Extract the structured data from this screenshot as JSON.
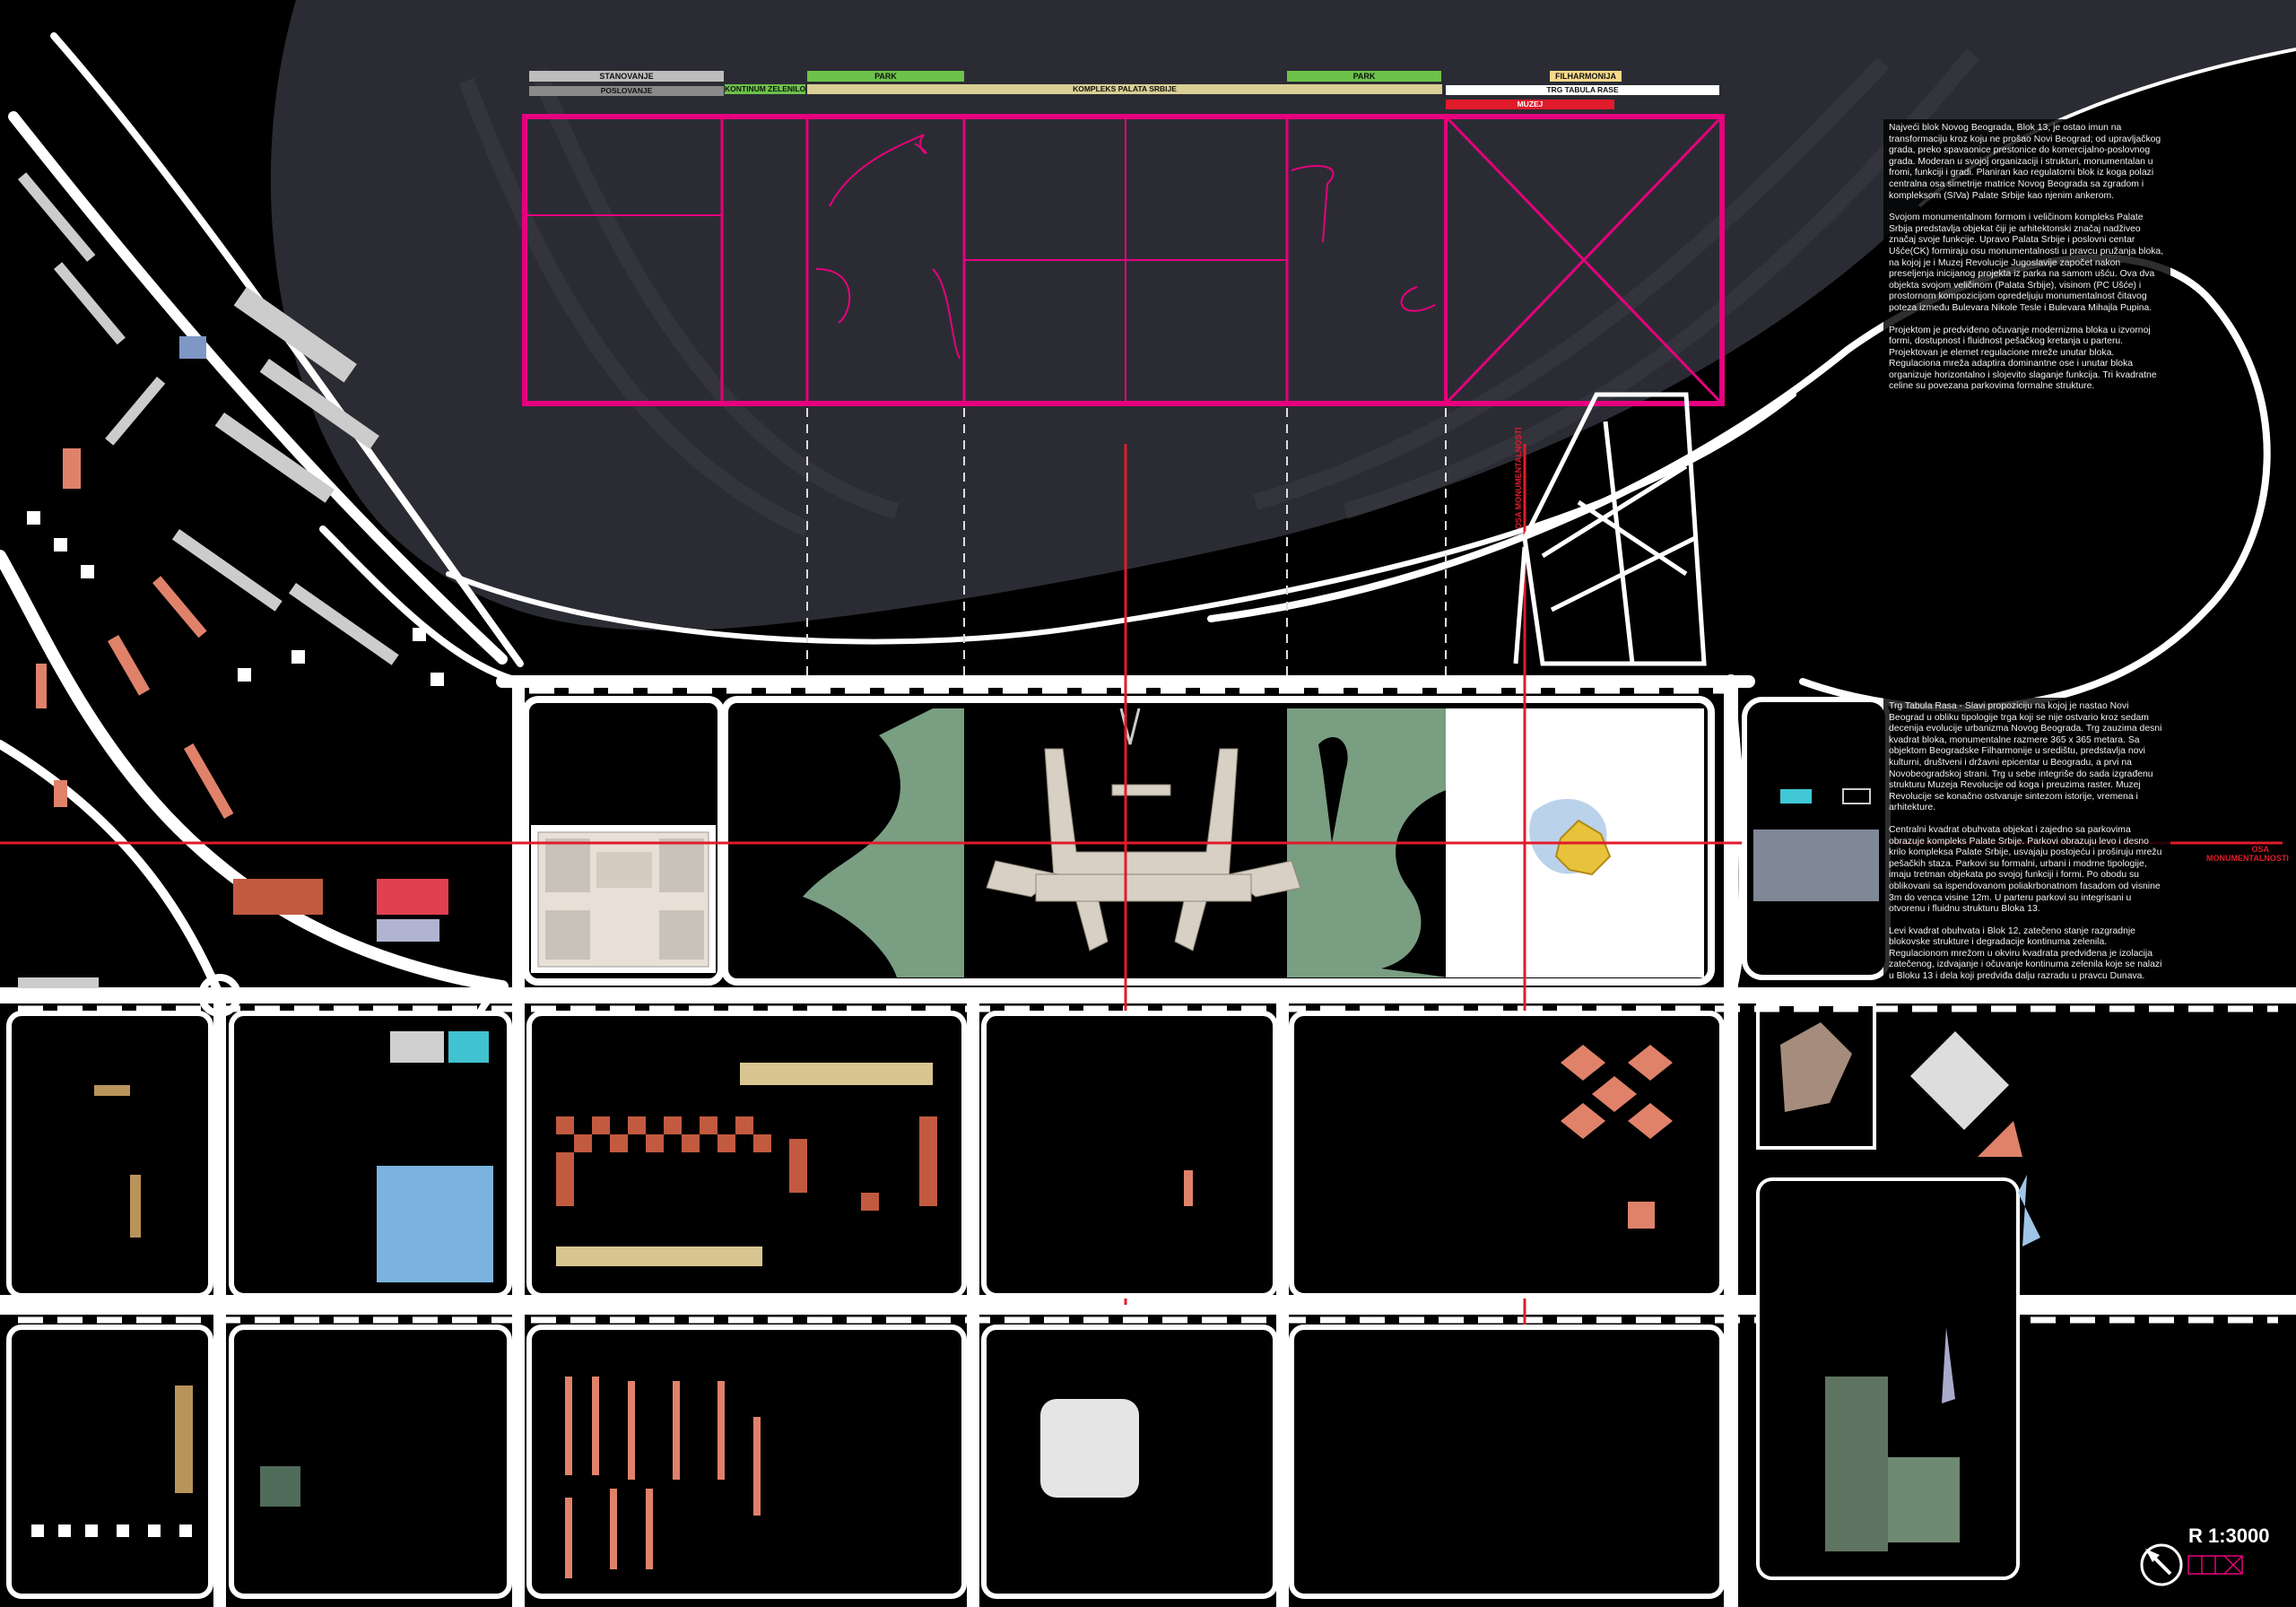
{
  "legend": {
    "stanovanje": "STANOVANJE",
    "poslovanje": "POSLOVANJE",
    "kontinum": "KONTINUM ZELENILO",
    "park_left": "PARK",
    "kompleks": "KOMPLEKS PALATA SRBIJE",
    "park_right": "PARK",
    "filharmonija": "FILHARMONIJA",
    "trg": "TRG TABULA RASE",
    "muzej": "MUZEJ"
  },
  "colors": {
    "map_black": "#000000",
    "road_white": "#ffffff",
    "river": "#2a2a2e",
    "magenta_frame": "#e6007e",
    "red_axis": "#e01b2b",
    "green_legend": "#6cc24a",
    "khaki_legend": "#d9cf94",
    "gray_legend": "#bdbdbd",
    "yellow_legend": "#f7d98b",
    "park_green": "#7a9e82",
    "building_gray": "#cfcfcf",
    "building_salmon": "#e0826a",
    "building_blue": "#7f97c4",
    "wood_tan": "#b8945a",
    "pool_cyan": "#40c2d0",
    "pool_blue": "#7ab3de"
  },
  "text_blocks": {
    "top": [
      "Najveći blok Novog Beograda, Blok 13, je ostao imun na transformaciju kroz koju ne prošao Novi Beograd; od upravljačkog grada, preko spavaonice prestonice do komercijalno-poslovnog grada. Moderan u svojoj organizaciji i strukturi, monumentalan u fromi, funkciji i gradi. Planiran kao regulatorni blok iz koga polazi centralna osa simetrije matrice Novog Beograda sa zgradom i kompleksom (SIVa) Palate Srbije kao njenim ankerom.",
      "Svojom monumentalnom formom i veličinom kompleks Palate Srbija predstavlja objekat čiji je arhitektonski značaj nadživeo značaj svoje funkcije. Upravo Palata Srbije i poslovni centar Ušće(CK) formiraju osu monumentalnosti u pravcu pružanja bloka, na kojoj je i Muzej Revolucije Jugoslavije započet nakon preseljenja inicijanog projekta iz parka na samom ušću. Ova dva objekta svojom veličinom (Palata Srbije), visinom (PC Ušće) i prostornom kompozicijom opredeljuju monumentalnost čitavog poteza između Bulevara Nikole Tesle i Bulevara Mihajla Pupina.",
      "Projektom je predviđeno očuvanje modernizma bloka u izvornoj formi, dostupnost i fluidnost pešačkog kretanja u parteru. Projektovan je elemet regulacione mreže unutar bloka. Regulaciona mreža adaptira dominantne ose i unutar bloka organizuje horizontalno i slojevito slaganje funkcija. Tri kvadratne celine su povezana parkovima formalne strukture."
    ],
    "bottom": [
      "Trg Tabula Rasa - Slavi propoziciju na kojoj je nastao Novi Beograd u obliku tipologije trga koji se nije ostvario kroz sedam decenija evolucije urbanizma Novog Beograda. Trg zauzima desni kvadrat bloka, monumentalne razmere 365 x 365 metara. Sa objektom Beogradske Filharmonije u središtu, predstavlja novi kulturni, društveni i državni epicentar u Beogradu, a prvi na Novobeogradskoj strani. Trg u sebe integriše do sada izgrađenu strukturu Muzeja Revolucije od koga i preuzima raster. Muzej Revolucije se konačno ostvaruje sintezom istorije, vremena i arhitekture.",
      "Centralni kvadrat obuhvata objekat i zajedno sa parkovima obrazuje kompleks Palate Srbije. Parkovi obrazuju levo i desno krilo kompleksa Palate Srbije, usvajaju postojeću i proširuju mrežu pešačkih staza. Parkovi su formalni, urbani i modrne tipologije, imaju tretman objekata po svojoj funkciji i formi. Po obodu su oblikovani sa ispendovanom poliakrbonatnom fasadom od visnine 3m do venca visine 12m. U parteru parkovi su integrisani u otvorenu i fluidnu strukturu Bloka 13.",
      "Levi kvadrat obuhvata i Blok 12, zatečeno stanje razgradnje blokovske strukture i degradacije kontinuma zelenila. Regulacionom mrežom u okviru kvadrata predviđena je izolacija zatečenog, izdvajanje i očuvanje kontinuma zelenila koje se nalazi u Bloku 13 i dela koji predviđa dalju razradu u pravcu Dunava."
    ]
  },
  "axes": {
    "horizontal_label": "OSA MONUMENTALNOSTI",
    "vertical_label": "OSA MONUMENTALNOSTI"
  },
  "scale": {
    "label": "R 1:3000",
    "north_icon": "north-arrow-icon"
  }
}
